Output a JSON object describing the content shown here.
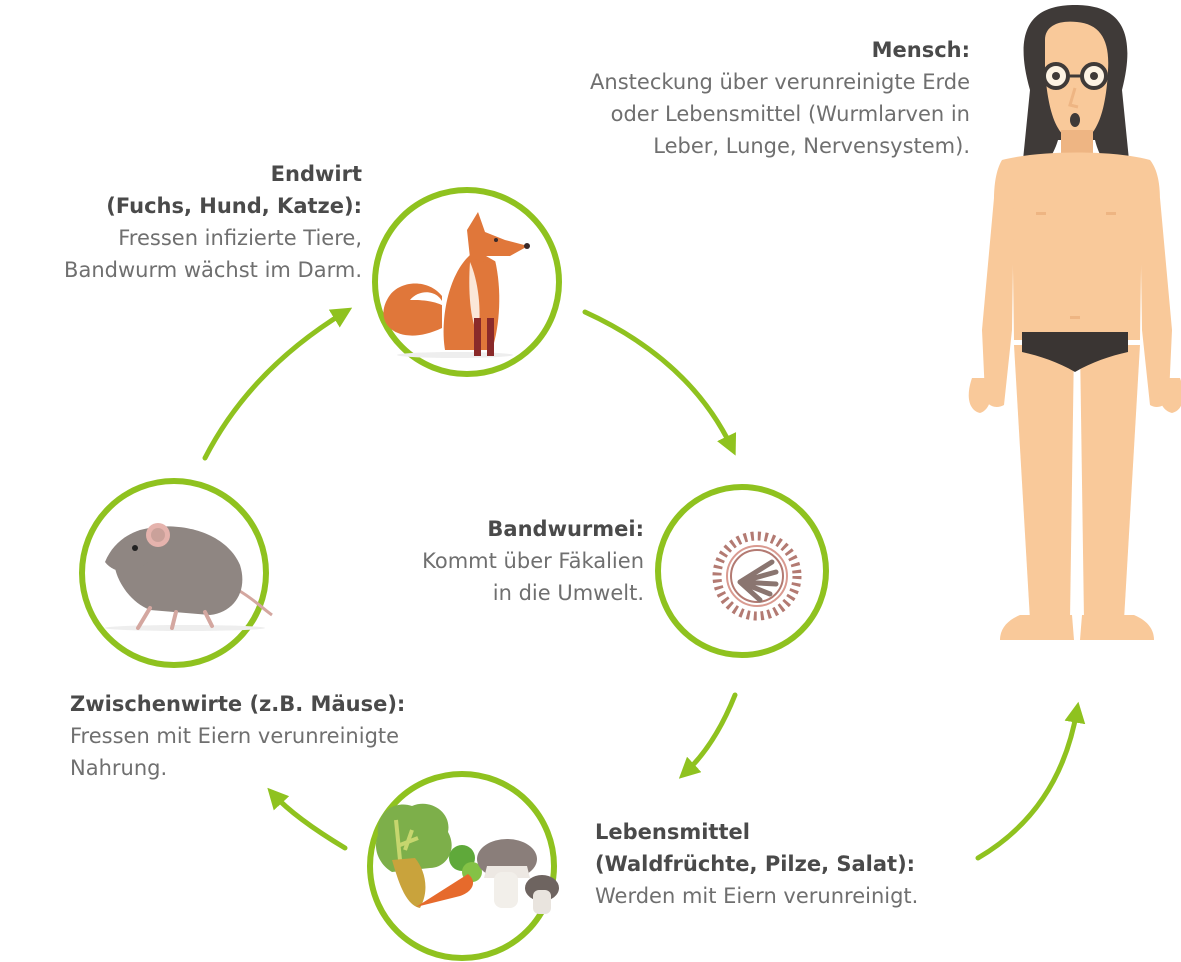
{
  "colors": {
    "accent": "#8fc21f",
    "skin": "#f9c99a",
    "skin_shade": "#eeb583",
    "hair": "#3f3a38",
    "brief": "#3a3533",
    "fox": "#e0773a",
    "mouse": "#8f8682",
    "egg": "#b37a72"
  },
  "icons": [
    "fox-icon",
    "tapeworm-egg-icon",
    "vegetables-icon",
    "mouse-icon",
    "human-figure-icon"
  ],
  "mensch": {
    "heading": "Mensch:",
    "lines": [
      "Ansteckung über verunreinigte Erde",
      "oder Lebensmittel (Wurmlarven in",
      "Leber, Lunge, Nervensystem)."
    ]
  },
  "endwirt": {
    "heading_lines": [
      "Endwirt",
      "(Fuchs, Hund, Katze):"
    ],
    "lines": [
      "Fressen infizierte Tiere,",
      "Bandwurm wächst im Darm."
    ]
  },
  "bandwurmei": {
    "heading": "Bandwurmei:",
    "lines": [
      "Kommt über Fäkalien",
      "in die Umwelt."
    ]
  },
  "zwischenwirte": {
    "heading": "Zwischenwirte (z.B. Mäuse):",
    "lines": [
      "Fressen mit Eiern verunreinigte",
      "Nahrung."
    ]
  },
  "lebensmittel": {
    "heading_lines": [
      "Lebensmittel",
      "(Waldfrüchte, Pilze, Salat):"
    ],
    "lines": [
      "Werden mit Eiern verunreinigt."
    ]
  }
}
